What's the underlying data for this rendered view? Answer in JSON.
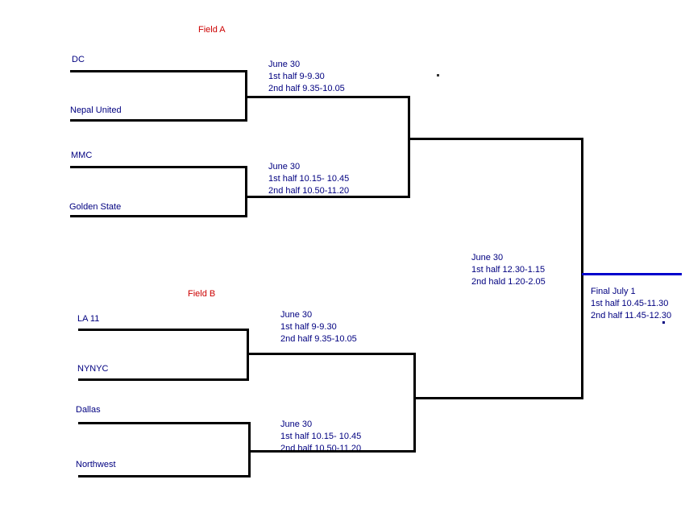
{
  "fields": {
    "a_label": "Field A",
    "b_label": "Field B"
  },
  "teams": {
    "dc": "DC",
    "nepal_united": "Nepal United",
    "mmc": "MMC",
    "golden_state": "Golden State",
    "la11": "LA 11",
    "nynyc": "NYNYC",
    "dallas": "Dallas",
    "northwest": "Northwest"
  },
  "matches": {
    "a_qf1": {
      "date": "June 30",
      "first_half": "1st half 9-9.30",
      "second_half": "2nd half 9.35-10.05"
    },
    "a_qf2": {
      "date": "June 30",
      "first_half": "1st half 10.15- 10.45",
      "second_half": "2nd half 10.50-11.20"
    },
    "b_qf1": {
      "date": "June 30",
      "first_half": "1st half 9-9.30",
      "second_half": "2nd half 9.35-10.05"
    },
    "b_qf2": {
      "date": "June 30",
      "first_half": "1st half 10.15- 10.45",
      "second_half": "2nd half 10.50-11.20"
    },
    "semifinal": {
      "date": "June 30",
      "first_half": "1st half 12.30-1.15",
      "second_half": "2nd hald 1.20-2.05"
    },
    "final": {
      "date": "Final July 1",
      "first_half": "1st half 10.45-11.30",
      "second_half": "2nd half 11.45-12.30"
    }
  },
  "colors": {
    "field_label": "#cc0000",
    "text": "#000080",
    "bracket_line": "#000000",
    "final_line": "#0000cc",
    "background": "#ffffff"
  }
}
